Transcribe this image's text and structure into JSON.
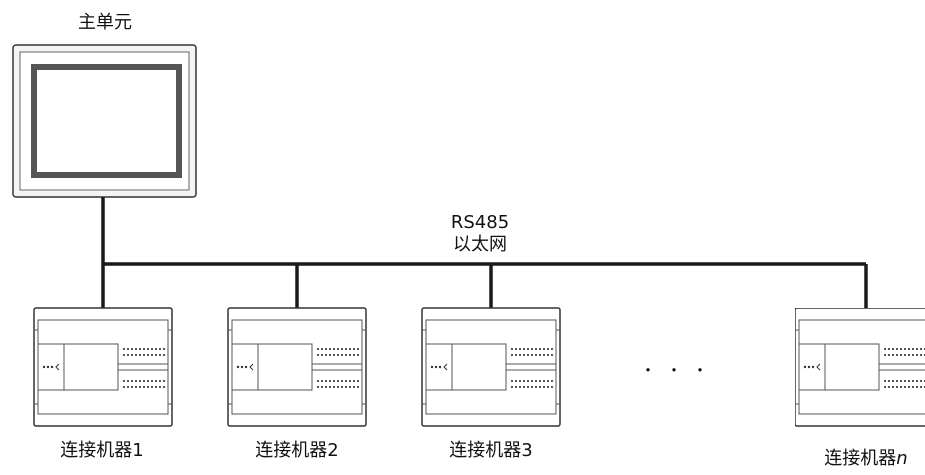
{
  "main_unit": {
    "label": "主单元"
  },
  "network": {
    "line1": "RS485",
    "line2": "以太网"
  },
  "devices": [
    {
      "name": "连接机器",
      "suffix": "1",
      "suffix_italic": false
    },
    {
      "name": "连接机器",
      "suffix": "2",
      "suffix_italic": false
    },
    {
      "name": "连接机器",
      "suffix": "3",
      "suffix_italic": false
    },
    {
      "name": "连接机器",
      "suffix": "n",
      "suffix_italic": true
    }
  ],
  "ellipsis": "・・・",
  "colors": {
    "line": "#1a1a1a",
    "device_fill": "#ffffff",
    "device_stroke": "#333333",
    "screen_border": "#555555",
    "panel_fill": "#f4f4f4"
  }
}
